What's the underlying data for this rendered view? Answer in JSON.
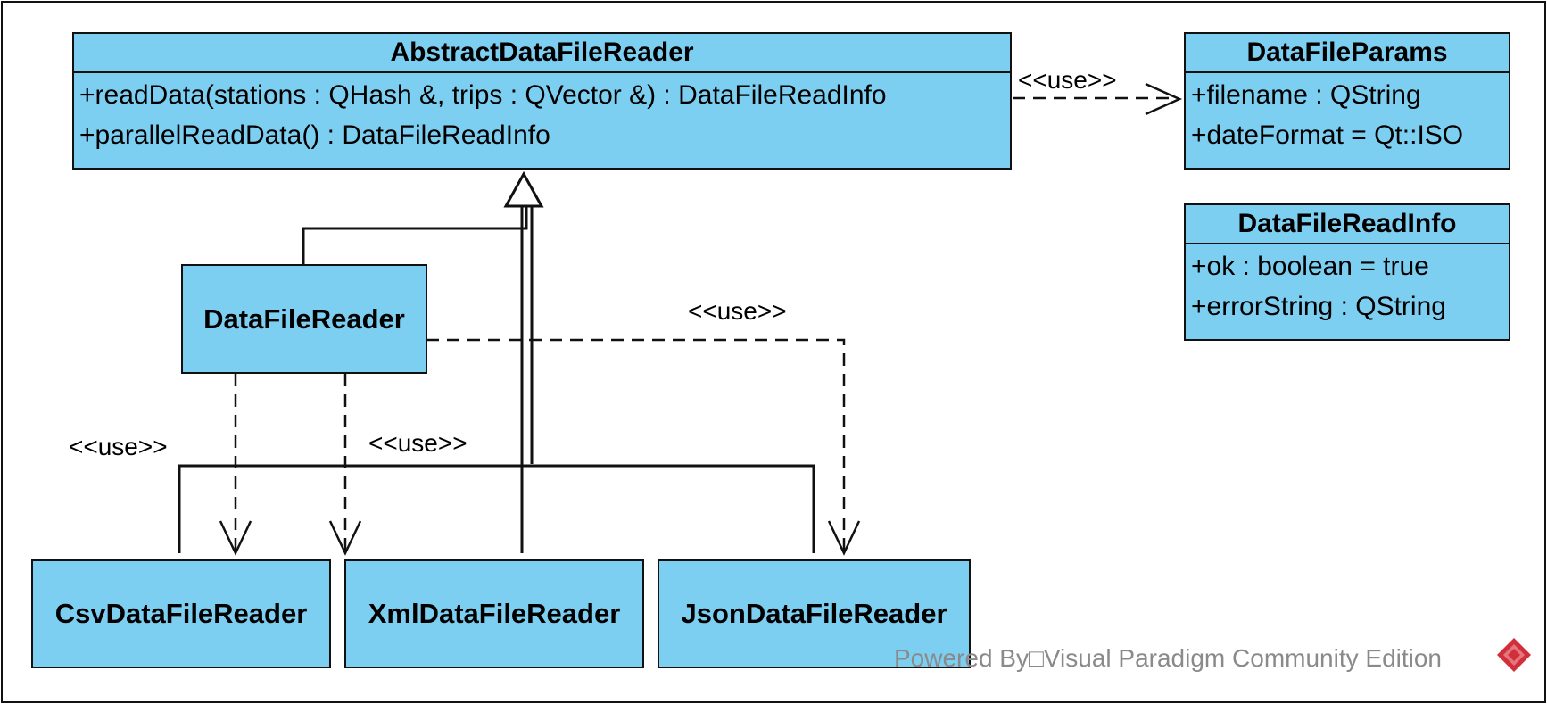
{
  "diagram": {
    "classes": {
      "abstract_reader": {
        "name": "AbstractDataFileReader",
        "operations": [
          "+readData(stations : QHash &, trips : QVector &) : DataFileReadInfo",
          "+parallelReadData() : DataFileReadInfo"
        ]
      },
      "params": {
        "name": "DataFileParams",
        "attributes": [
          "+filename : QString",
          "+dateFormat = Qt::ISO"
        ]
      },
      "read_info": {
        "name": "DataFileReadInfo",
        "attributes": [
          "+ok : boolean = true",
          "+errorString : QString"
        ]
      },
      "data_file_reader": {
        "name": "DataFileReader"
      },
      "csv_reader": {
        "name": "CsvDataFileReader"
      },
      "xml_reader": {
        "name": "XmlDataFileReader"
      },
      "json_reader": {
        "name": "JsonDataFileReader"
      }
    },
    "stereotypes": {
      "abstract_to_params": "<<use>>",
      "reader_to_json": "<<use>>",
      "reader_to_csv": "<<use>>",
      "reader_to_xml": "<<use>>"
    },
    "colors": {
      "class_fill": "#7dcff2",
      "border": "#111111",
      "watermark": "#8a8a8a",
      "logo": "#d32f3a"
    },
    "watermark": "Powered By□Visual Paradigm Community Edition"
  }
}
